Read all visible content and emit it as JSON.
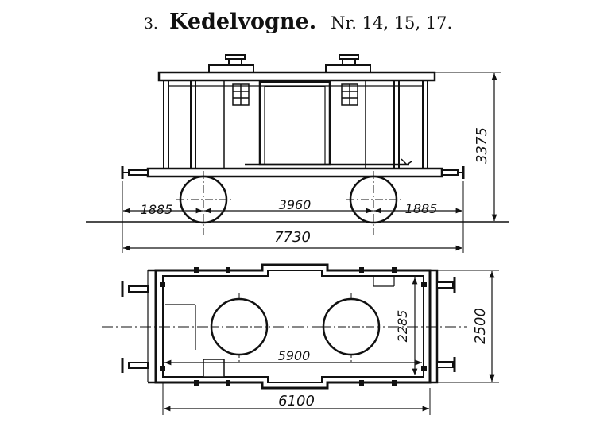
{
  "title": {
    "number": "3.",
    "name": "Kedelvogne.",
    "numbers": "Nr. 14, 15, 17."
  },
  "side_view": {
    "dimensions": {
      "overhang_left": "1885",
      "wheelbase": "3960",
      "overhang_right": "1885",
      "length_over_buffers": "7730",
      "height": "3375"
    }
  },
  "plan_view": {
    "dimensions": {
      "inner_length": "5900",
      "frame_length": "6100",
      "inner_width": "2285",
      "outer_width": "2500"
    }
  },
  "colors": {
    "ink": "#111111",
    "paper": "#ffffff"
  }
}
